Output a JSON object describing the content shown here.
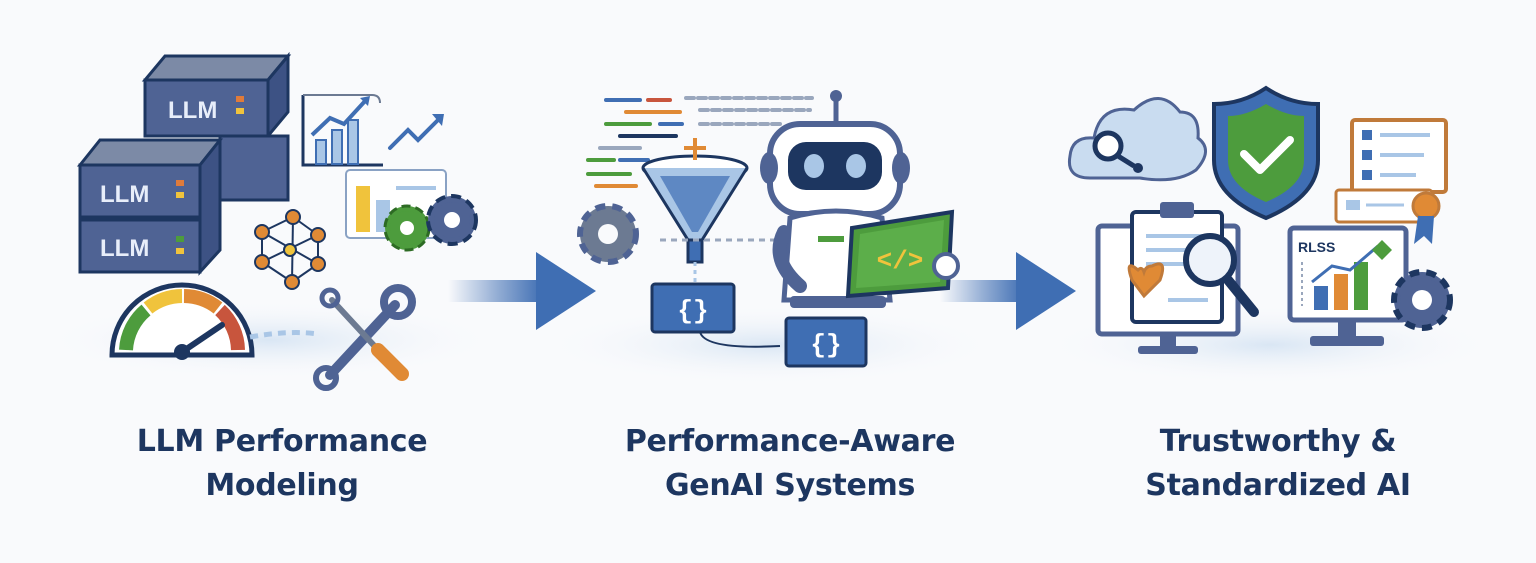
{
  "stages": [
    {
      "title_lines": [
        "LLM Performance",
        "Modeling"
      ],
      "server_label": "LLM",
      "icons": [
        "server-rack-icon",
        "growth-chart-icon",
        "trend-arrow-icon",
        "dashboard-panel-icon",
        "gear-icon",
        "neural-network-icon",
        "speedometer-gauge-icon",
        "wrench-screwdriver-icon"
      ]
    },
    {
      "title_lines": [
        "Performance-Aware",
        "GenAI Systems"
      ],
      "json_badge": "{}",
      "code_badge": "</>",
      "icons": [
        "code-lines-icon",
        "funnel-icon",
        "gear-icon",
        "robot-icon",
        "laptop-code-icon",
        "json-block-icon"
      ]
    },
    {
      "title_lines": [
        "Trustworthy &",
        "Standardized AI"
      ],
      "monitor_label": "RLSS",
      "icons": [
        "cloud-search-icon",
        "shield-check-icon",
        "checklist-document-icon",
        "certificate-icon",
        "clipboard-report-icon",
        "magnifier-icon",
        "heart-check-icon",
        "bar-chart-monitor-icon",
        "gear-icon"
      ]
    }
  ],
  "colors": {
    "navy": "#1d3660",
    "blue": "#3f6eb3",
    "light_blue": "#a9c6e6",
    "green": "#4d9c3d",
    "orange": "#e08a35",
    "yellow": "#f0c33c",
    "red": "#c8553d",
    "gray": "#6c7a92"
  }
}
